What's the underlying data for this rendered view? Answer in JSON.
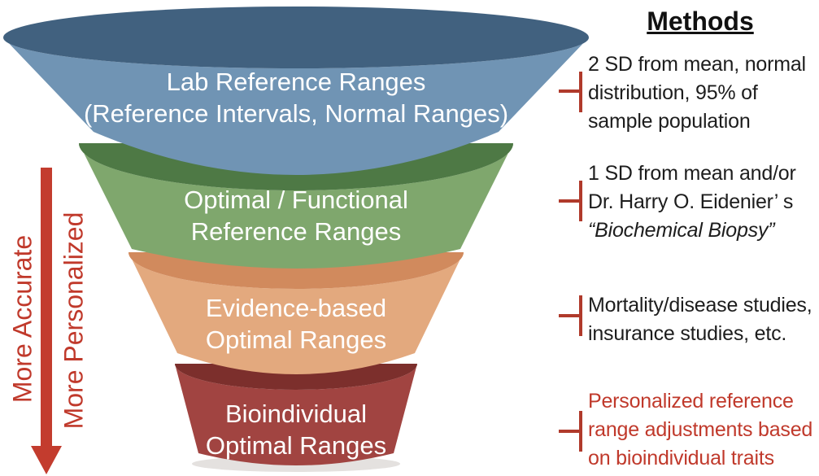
{
  "palette": {
    "arrow_red": "#C33C2E",
    "tick_red": "#B03A2B",
    "shadow": "#D9D4D2"
  },
  "left_axis": {
    "label_accurate": "More Accurate",
    "label_personalized": "More Personalized",
    "color": "#C0392B"
  },
  "funnel": {
    "label_color": "#FFFFFF",
    "tiers": [
      {
        "line1": "Lab Reference Ranges",
        "line2": "(Reference Intervals, Normal Ranges)",
        "body_color": "#7094B4",
        "rim_color": "#41617F"
      },
      {
        "line1": "Optimal / Functional",
        "line2": "Reference Ranges",
        "body_color": "#7FA76D",
        "rim_color": "#4E7945"
      },
      {
        "line1": "Evidence-based",
        "line2": "Optimal Ranges",
        "body_color": "#E3A97E",
        "rim_color": "#D18A5D"
      },
      {
        "line1": "Bioindividual",
        "line2": "Optimal Ranges",
        "body_color": "#A14441",
        "rim_color": "#7C2F2C"
      }
    ]
  },
  "methods": {
    "title": "Methods",
    "items": [
      {
        "color": "#1D1D1D",
        "lines": [
          "2 SD from mean, normal",
          "distribution, 95% of",
          "sample population"
        ]
      },
      {
        "color": "#1D1D1D",
        "lines": [
          "1 SD from mean and/or",
          "Dr. Harry O. Eidenier’ s",
          "“Biochemical Biopsy”"
        ]
      },
      {
        "color": "#1D1D1D",
        "lines": [
          "Mortality/disease studies,",
          "insurance studies, etc."
        ]
      },
      {
        "color": "#C0392B",
        "lines": [
          "Personalized reference",
          "range adjustments based",
          "on bioindividual traits"
        ]
      }
    ]
  }
}
